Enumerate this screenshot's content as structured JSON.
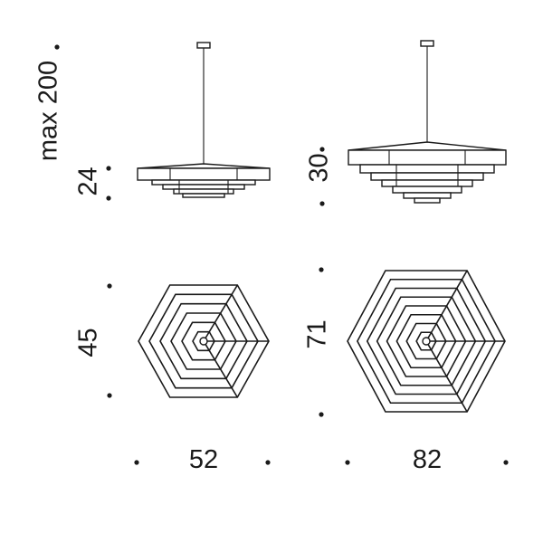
{
  "dimensions": {
    "drop_max": "max 200",
    "small_height": "24",
    "large_height": "30",
    "small_depth": "45",
    "large_depth": "71",
    "small_width": "52",
    "large_width": "82"
  },
  "colors": {
    "line": "#1a1a1a",
    "background": "#ffffff"
  }
}
